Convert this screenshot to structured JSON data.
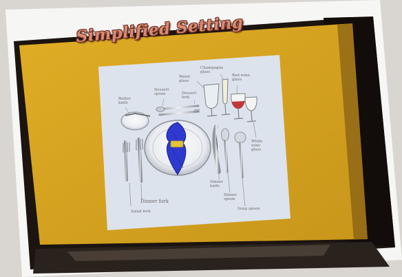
{
  "slide": {
    "title": "Simplified Setting",
    "labels": {
      "butter_knife": "Butter knife",
      "dessert_spoon": "Dessert spoon",
      "dessert_fork": "Dessert fork",
      "water_glass": "Water glass",
      "champagne_glass": "Champagne glass",
      "red_wine_glass": "Red wine glass",
      "white_wine_glass": "White wine glass",
      "dinner_fork": "Dinner fork",
      "salad_fork": "Salad fork",
      "dinner_knife": "Dinner knife",
      "dinner_spoon": "Dinner spoon",
      "soup_spoon": "Soup spoon"
    }
  },
  "colors": {
    "background_wall": "#d9d6d2",
    "screen_yellow": "#d8a71f",
    "diagram_panel": "#dde3ec",
    "napkin": "#2e39cf",
    "napkin_ring": "#e2c43a",
    "red_wine": "#c0383a",
    "title_fill": "#d98a74",
    "title_outline": "#6b2f21"
  }
}
